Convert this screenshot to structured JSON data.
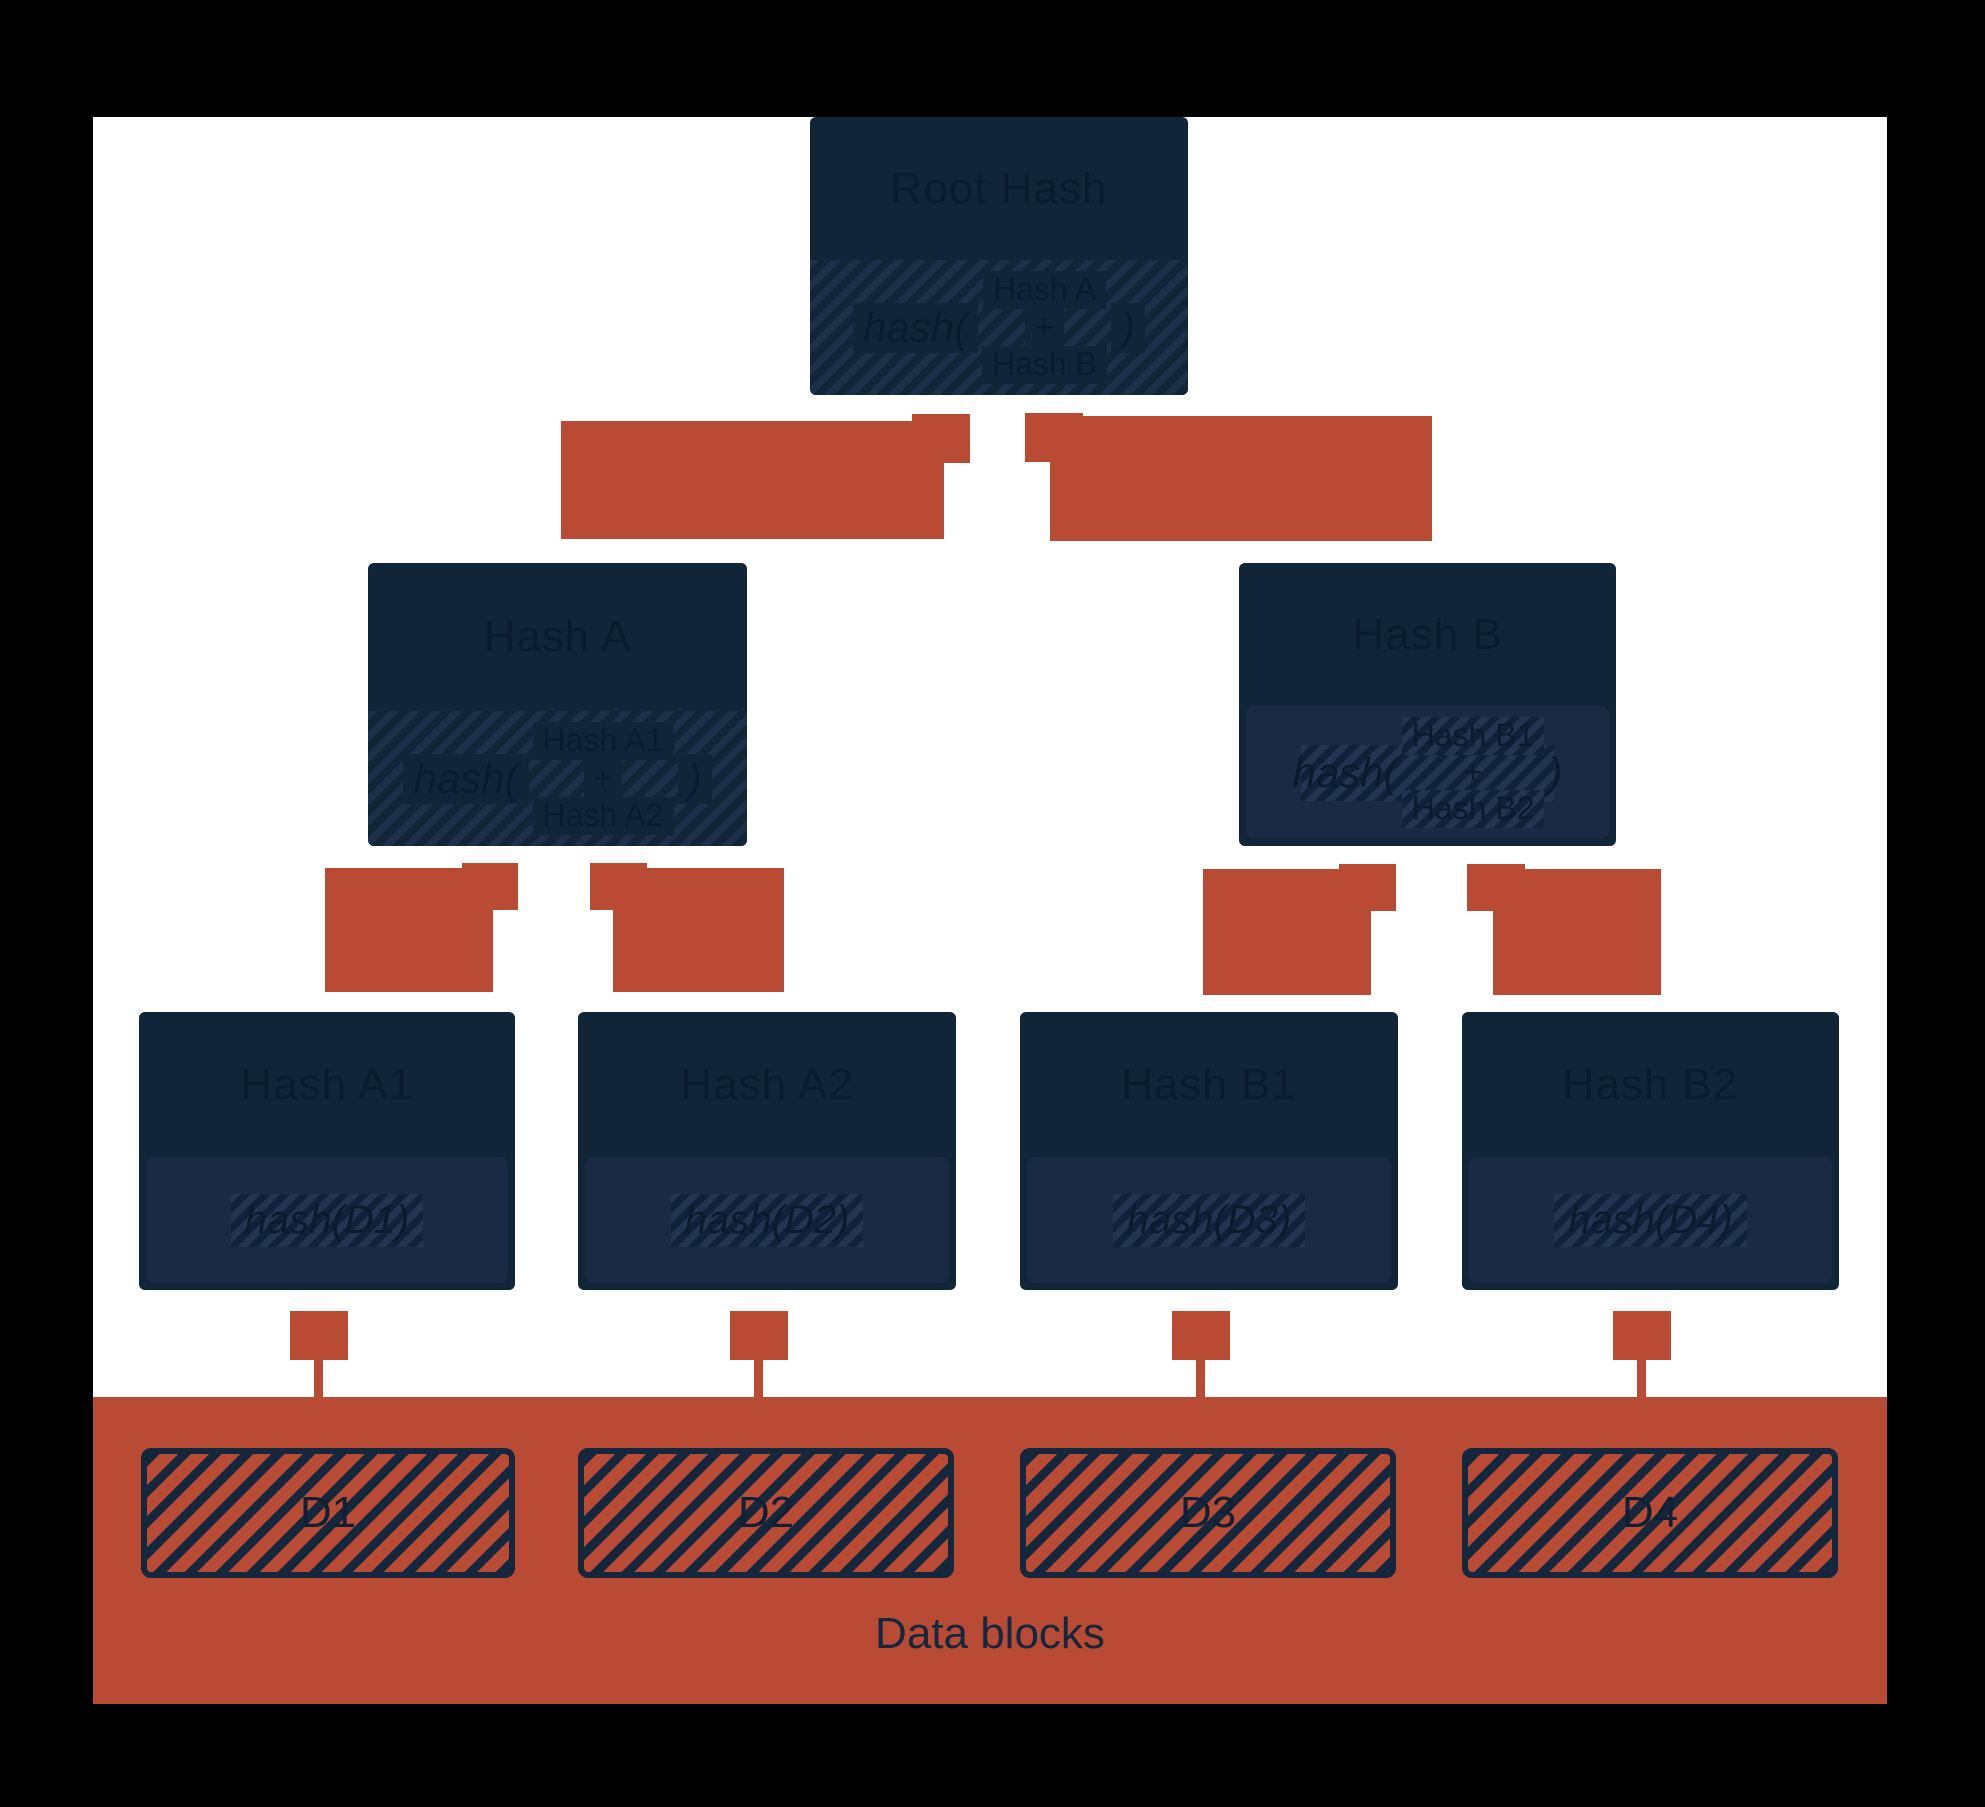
{
  "diagram": {
    "type": "merkle-tree",
    "root": {
      "title": "Root Hash",
      "formula": {
        "fn": "hash(",
        "arg_top": "Hash A",
        "op": "+",
        "arg_bottom": "Hash B",
        "close": ")"
      }
    },
    "level2": [
      {
        "title": "Hash A",
        "formula": {
          "fn": "hash(",
          "arg_top": "Hash A1",
          "op": "+",
          "arg_bottom": "Hash A2",
          "close": ")"
        }
      },
      {
        "title": "Hash B",
        "formula": {
          "fn": "hash(",
          "arg_top": "Hash B1",
          "op": "+",
          "arg_bottom": "Hash B2",
          "close": ")"
        }
      }
    ],
    "level3": [
      {
        "title": "Hash A1",
        "formula": "hash(D1)"
      },
      {
        "title": "Hash A2",
        "formula": "hash(D2)"
      },
      {
        "title": "Hash B1",
        "formula": "hash(D3)"
      },
      {
        "title": "Hash B2",
        "formula": "hash(D4)"
      }
    ],
    "data_blocks": {
      "labels": [
        "D1",
        "D2",
        "D3",
        "D4"
      ],
      "caption": "Data blocks"
    },
    "colors": {
      "background": "#000000",
      "paper": "#ffffff",
      "accent_red": "#b94b34",
      "box_navy": "#112539",
      "band_navy": "#1a2a45",
      "hatch_light_navy": "#1d3049",
      "text_navy": "#0a1b2e"
    }
  }
}
